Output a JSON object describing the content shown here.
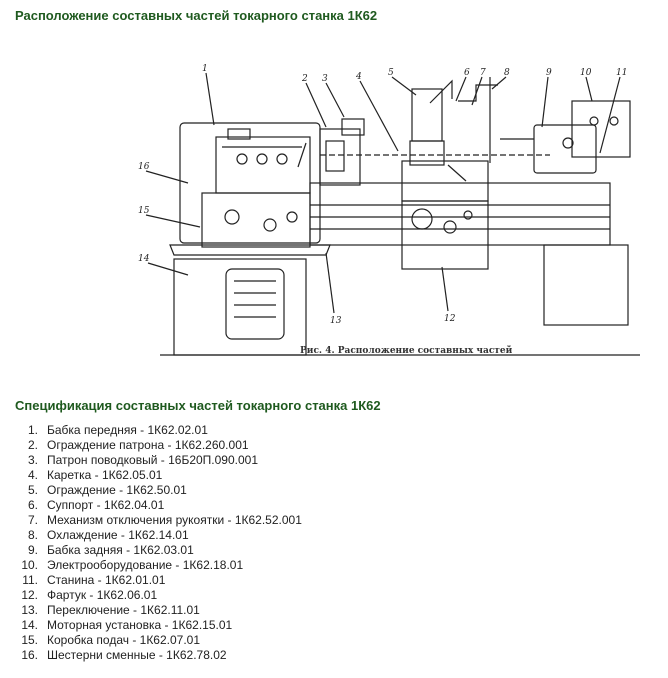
{
  "page": {
    "title": "Расположение составных частей токарного станка 1К62",
    "spec_title": "Спецификация составных частей токарного станка 1К62"
  },
  "figure": {
    "caption": "Рис. 4. Расположение составных частей",
    "callouts": [
      "1",
      "2",
      "3",
      "4",
      "5",
      "6",
      "7",
      "8",
      "9",
      "10",
      "11",
      "12",
      "13",
      "14",
      "15",
      "16"
    ]
  },
  "parts": [
    {
      "num": "1.",
      "text": "Бабка передняя - 1К62.02.01"
    },
    {
      "num": "2.",
      "text": "Ограждение патрона - 1К62.260.001"
    },
    {
      "num": "3.",
      "text": "Патрон поводковый - 16Б20П.090.001"
    },
    {
      "num": "4.",
      "text": "Каретка - 1К62.05.01"
    },
    {
      "num": "5.",
      "text": "Ограждение - 1К62.50.01"
    },
    {
      "num": "6.",
      "text": "Суппорт - 1К62.04.01"
    },
    {
      "num": "7.",
      "text": "Механизм отключения рукоятки - 1К62.52.001"
    },
    {
      "num": "8.",
      "text": "Охлаждение - 1К62.14.01"
    },
    {
      "num": "9.",
      "text": "Бабка задняя - 1К62.03.01"
    },
    {
      "num": "10.",
      "text": "Электрооборудование - 1К62.18.01"
    },
    {
      "num": "11.",
      "text": "Станина - 1К62.01.01"
    },
    {
      "num": "12.",
      "text": "Фартук - 1К62.06.01"
    },
    {
      "num": "13.",
      "text": "Переключение - 1К62.11.01"
    },
    {
      "num": "14.",
      "text": "Моторная установка - 1К62.15.01"
    },
    {
      "num": "15.",
      "text": "Коробка подач - 1К62.07.01"
    },
    {
      "num": "16.",
      "text": "Шестерни сменные - 1К62.78.02"
    }
  ]
}
